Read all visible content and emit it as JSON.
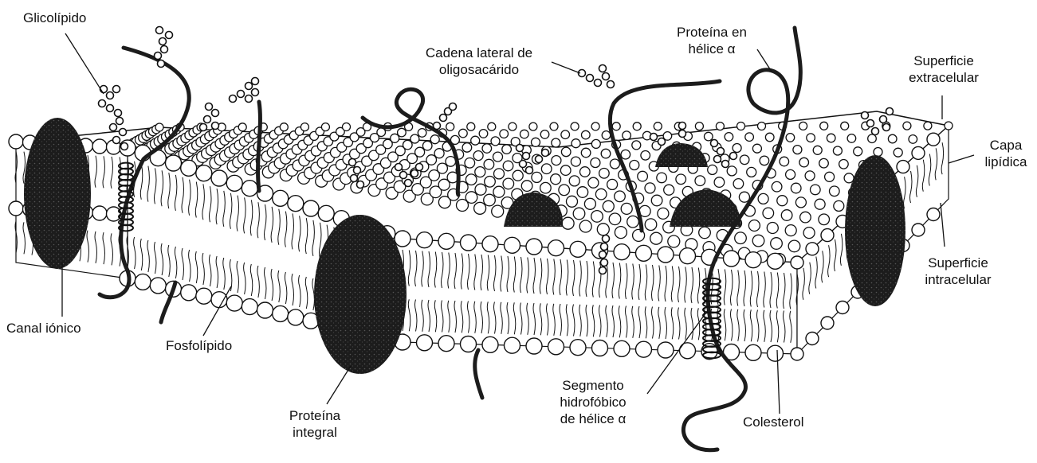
{
  "diagram": {
    "labels": {
      "glicolipido": "Glicolípido",
      "cadena_1": "Cadena lateral de",
      "cadena_2": "oligosacárido",
      "helice_1": "Proteína en",
      "helice_2": "hélice α",
      "sup_extra_1": "Superficie",
      "sup_extra_2": "extracelular",
      "capa_1": "Capa",
      "capa_2": "lipídica",
      "sup_intra_1": "Superficie",
      "sup_intra_2": "intracelular",
      "canal": "Canal iónico",
      "fosfolipido": "Fosfolípido",
      "integral_1": "Proteína",
      "integral_2": "integral",
      "segmento_1": "Segmento",
      "segmento_2": "hidrofóbico",
      "segmento_3": "de hélice α",
      "colesterol": "Colesterol"
    },
    "colors": {
      "ink": "#111111",
      "protein": "#1c1c1c",
      "background": "#ffffff"
    }
  }
}
